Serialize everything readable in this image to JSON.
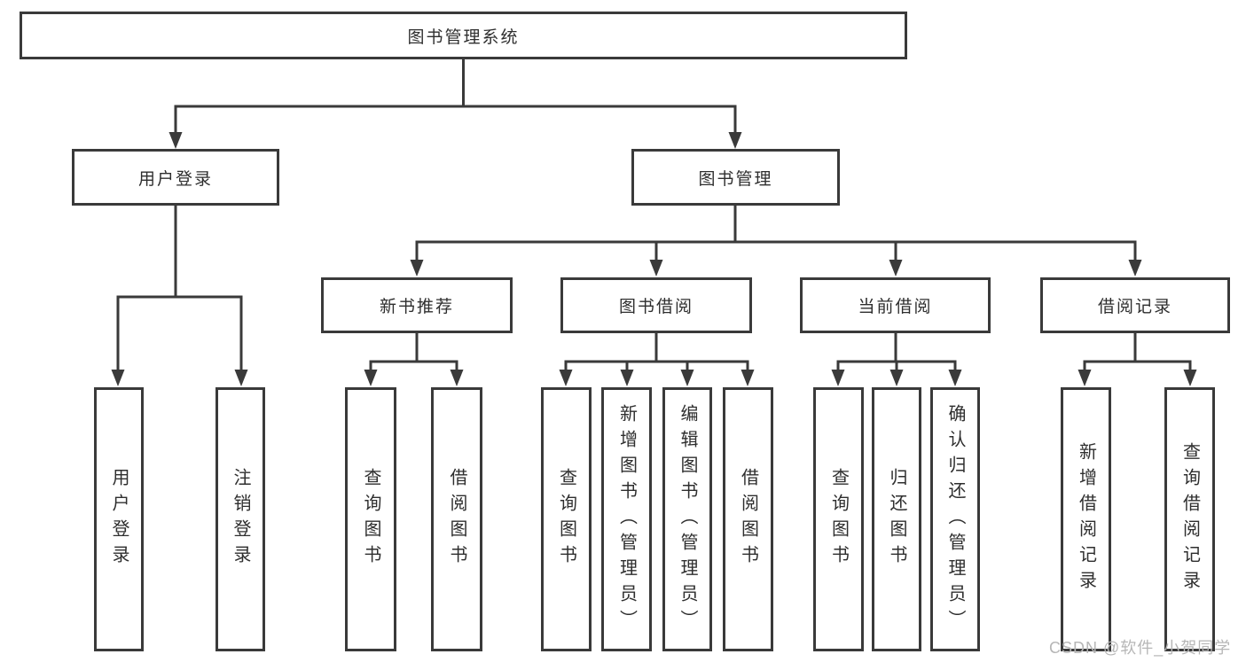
{
  "diagram": {
    "colors": {
      "line": "#3a3a3a",
      "box_border": "#3a3a3a",
      "text": "#2e2e2e",
      "background": "#ffffff",
      "watermark": "#b6b6b6"
    },
    "tree": {
      "label": "图书管理系统",
      "children": [
        {
          "label": "用户登录",
          "children": [
            {
              "label": "用户登录"
            },
            {
              "label": "注销登录"
            }
          ]
        },
        {
          "label": "图书管理",
          "children": [
            {
              "label": "新书推荐",
              "children": [
                {
                  "label": "查询图书"
                },
                {
                  "label": "借阅图书"
                }
              ]
            },
            {
              "label": "图书借阅",
              "children": [
                {
                  "label": "查询图书"
                },
                {
                  "label": "新增图书（管理员）"
                },
                {
                  "label": "编辑图书（管理员）"
                },
                {
                  "label": "借阅图书"
                }
              ]
            },
            {
              "label": "当前借阅",
              "children": [
                {
                  "label": "查询图书"
                },
                {
                  "label": "归还图书"
                },
                {
                  "label": "确认归还（管理员）"
                }
              ]
            },
            {
              "label": "借阅记录",
              "children": [
                {
                  "label": "新增借阅记录"
                },
                {
                  "label": "查询借阅记录"
                }
              ]
            }
          ]
        }
      ]
    },
    "watermark": "CSDN @软件_小贺同学"
  }
}
